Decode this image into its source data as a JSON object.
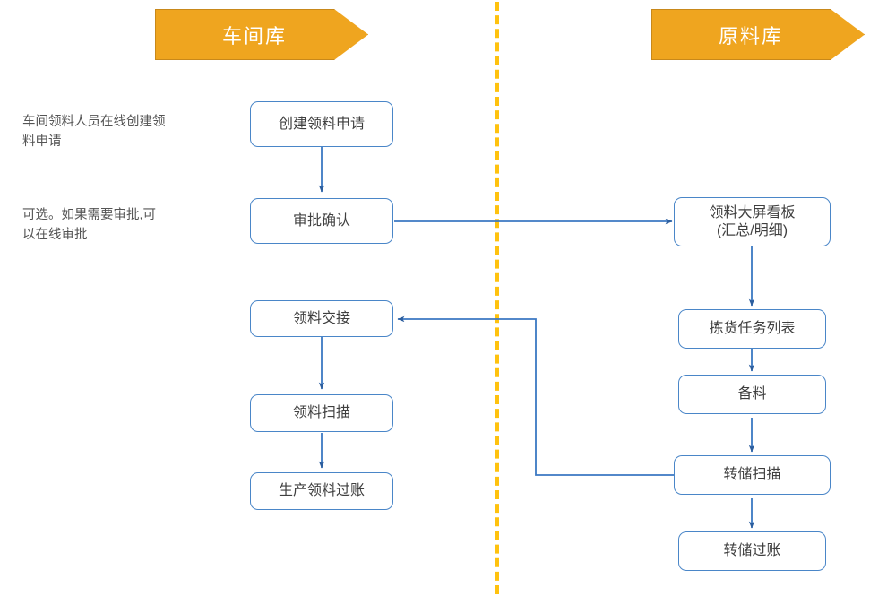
{
  "diagram": {
    "title_left_lane": "车间库",
    "title_right_lane": "原料库",
    "accent_orange": "#EFA51F",
    "divider_yellow": "#FFC20E",
    "node_border_blue": "#4A86C8",
    "connector_blue": "#3B78C2",
    "text_gray": "#3F3F3F"
  },
  "lanes": [
    {
      "id": "workshop-warehouse",
      "label": "车间库"
    },
    {
      "id": "material-warehouse",
      "label": "原料库"
    }
  ],
  "annotations": [
    {
      "id": "create-request-note",
      "text": "车间领料人员在线创建领\n料申请"
    },
    {
      "id": "approval-note",
      "text": "可选。如果需要审批,可\n以在线审批"
    }
  ],
  "nodes": {
    "left": [
      {
        "id": "create-picking-request",
        "label": "创建领料申请"
      },
      {
        "id": "approval-confirm",
        "label": "审批确认"
      },
      {
        "id": "material-handover",
        "label": "领料交接"
      },
      {
        "id": "material-scan",
        "label": "领料扫描"
      },
      {
        "id": "production-picking-posting",
        "label": "生产领料过账"
      }
    ],
    "right": [
      {
        "id": "picking-dashboard",
        "label": "领料大屏看板\n(汇总/明细)"
      },
      {
        "id": "picking-task-list",
        "label": "拣货任务列表"
      },
      {
        "id": "material-preparation",
        "label": "备料"
      },
      {
        "id": "transfer-scan",
        "label": "转储扫描"
      },
      {
        "id": "transfer-posting",
        "label": "转储过账"
      }
    ]
  },
  "connectors": [
    {
      "id": "create-to-approval",
      "from": "create-picking-request",
      "to": "approval-confirm",
      "kind": "vertical-arrow"
    },
    {
      "id": "approval-to-dashboard",
      "from": "approval-confirm",
      "to": "picking-dashboard",
      "kind": "horizontal-arrow-cross-lane"
    },
    {
      "id": "dashboard-to-task-list",
      "from": "picking-dashboard",
      "to": "picking-task-list",
      "kind": "vertical-arrow"
    },
    {
      "id": "task-list-to-preparation",
      "from": "picking-task-list",
      "to": "material-preparation",
      "kind": "vertical-arrow"
    },
    {
      "id": "preparation-to-transfer-scan",
      "from": "material-preparation",
      "to": "transfer-scan",
      "kind": "vertical-arrow"
    },
    {
      "id": "transfer-scan-to-transfer-posting",
      "from": "transfer-scan",
      "to": "transfer-posting",
      "kind": "vertical-arrow"
    },
    {
      "id": "transfer-scan-to-handover",
      "from": "transfer-scan",
      "to": "material-handover",
      "kind": "elbow-arrow-cross-lane"
    },
    {
      "id": "handover-to-material-scan",
      "from": "material-handover",
      "to": "material-scan",
      "kind": "vertical-arrow"
    },
    {
      "id": "material-scan-to-posting",
      "from": "material-scan",
      "to": "production-picking-posting",
      "kind": "vertical-arrow"
    }
  ]
}
